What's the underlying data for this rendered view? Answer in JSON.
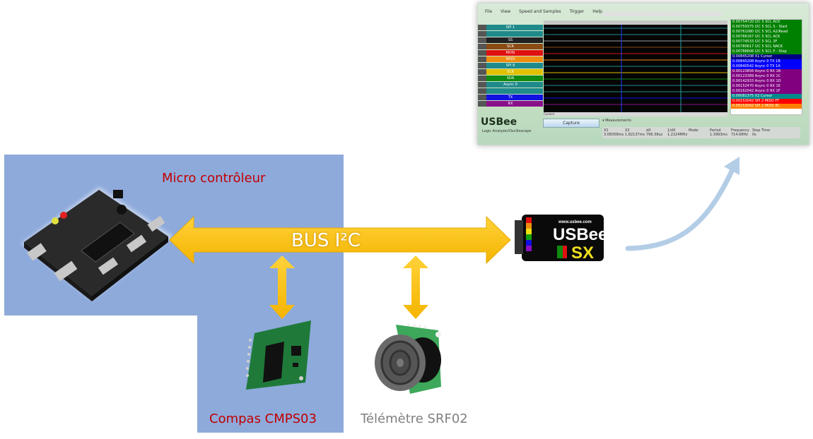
{
  "diagram": {
    "title": "BUS I²C",
    "nodes": {
      "microcontroller": "Micro contrôleur",
      "compass": "Compas CMPS03",
      "rangefinder": "Télémètre SRF02",
      "analyzer": {
        "brand": "USBee",
        "model": "SX",
        "url": "www.usbee.com"
      }
    },
    "colors": {
      "zone": "#8eaadb",
      "bus_arrow": "#ffc000",
      "red_label": "#c00000",
      "grey_label": "#7f7f7f",
      "curve_arrow": "#b4cde6"
    }
  },
  "software": {
    "menu": [
      "File",
      "View",
      "Speed and Samples",
      "Trigger",
      "Help"
    ],
    "brand": "USBee",
    "subtitle": "Logic Analyzer/Oscilloscope",
    "capture_label": "Capture",
    "cursors_label": "Cursors",
    "measurements_label": "Measurements",
    "channels": [
      {
        "name": "SPI 1",
        "color": "#1f8a8a"
      },
      {
        "name": "",
        "color": "#1f8a8a"
      },
      {
        "name": "SS",
        "color": "#202020"
      },
      {
        "name": "SCK",
        "color": "#8a4b14"
      },
      {
        "name": "MOSI",
        "color": "#e01010"
      },
      {
        "name": "MISO",
        "color": "#f08c10"
      },
      {
        "name": "SPI 9",
        "color": "#1f8a8a"
      },
      {
        "name": "SCK",
        "color": "#e0c000"
      },
      {
        "name": "SDA",
        "color": "#108a10"
      },
      {
        "name": "Async 0",
        "color": "#1f8a8a"
      },
      {
        "name": "",
        "color": "#1f8a8a"
      },
      {
        "name": "TX",
        "color": "#1010e0"
      },
      {
        "name": "RX",
        "color": "#8a108a"
      }
    ],
    "events": [
      {
        "text": "0.00754720 I2C 5 SCL ACK",
        "color": "#008000"
      },
      {
        "text": "0.00759375 I2C 5 SCL S - Start",
        "color": "#008000"
      },
      {
        "text": "0.00761080 I2C 5 SCL A2/Read",
        "color": "#008000"
      },
      {
        "text": "0.00766167 I2C 5 SCL ACK",
        "color": "#008000"
      },
      {
        "text": "0.00774533 I2C 5 SCL 3F",
        "color": "#008000"
      },
      {
        "text": "0.00780617 I2C 5 SCL NACK",
        "color": "#008000"
      },
      {
        "text": "0.00788606 I2C 5 SCL P - Stop",
        "color": "#008000"
      },
      {
        "text": "0.00845208 X1 Cursor",
        "color": "#000080"
      },
      {
        "text": "0.00845208 Async 0 TX 1B",
        "color": "#0000ff"
      },
      {
        "text": "0.00840542 Async 0 TX 1A",
        "color": "#0000ff"
      },
      {
        "text": "0.00123856 Async 0 RX 1B",
        "color": "#800080"
      },
      {
        "text": "0.00123389 Async 0 RX 1C",
        "color": "#800080"
      },
      {
        "text": "0.00142933 Async 0 RX 1D",
        "color": "#800080"
      },
      {
        "text": "0.00152470 Async 0 RX 1E",
        "color": "#800080"
      },
      {
        "text": "0.00162042 Async 0 RX 1F",
        "color": "#800080"
      },
      {
        "text": "0.00081375 X2 Cursor",
        "color": "#008b8b"
      },
      {
        "text": "0.00153042 SPI 2 MISO FF",
        "color": "#ff0000"
      },
      {
        "text": "0.00153042 SPI 2 MOSI 8C",
        "color": "#ff8000"
      }
    ],
    "measurements": {
      "headers": [
        "X1",
        "X2",
        "dX",
        "1/dX",
        "Mode",
        "Period",
        "Frequency",
        "Step Time"
      ],
      "values": [
        "3.08358ms",
        "1.82137ms",
        "796.38us",
        "1.2224MHz",
        "",
        "1.3993ms",
        "714.68Hz",
        "0s"
      ]
    }
  }
}
